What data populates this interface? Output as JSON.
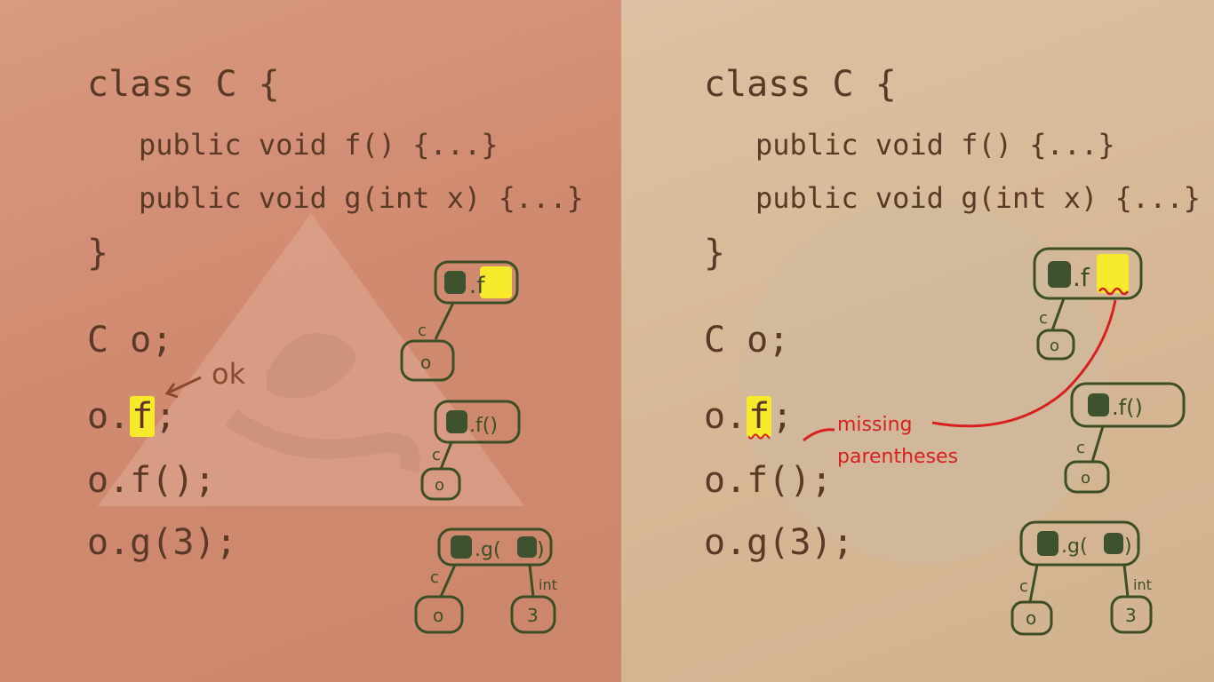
{
  "colors": {
    "left_bg": "#d08a70",
    "right_bg": "#d8bc9a",
    "ink": "#5a3a26",
    "tree_green": "#3c4e26",
    "node_fill": "#3f5230",
    "highlight": "#f6ea2a",
    "error_red": "#d82020"
  },
  "code": {
    "class_open": "class C {",
    "method_f": "public void f() {...}",
    "method_g": "public void g(int x) {...}",
    "class_close": "}",
    "decl": "C o;",
    "stmt_of_prefix": "o.",
    "stmt_of_member": "f",
    "stmt_of_suffix": ";",
    "stmt_ofcall": "o.f();",
    "stmt_og": "o.g(3);"
  },
  "left": {
    "annotation": "ok",
    "trees": [
      {
        "expr": ".f",
        "edge_label": "c",
        "child": "o",
        "highlighted": true
      },
      {
        "expr": ".f()",
        "edge_label": "c",
        "child": "o",
        "highlighted": false
      },
      {
        "expr": ".g(",
        "expr_close": ")",
        "left_edge_label": "c",
        "right_edge_label": "int",
        "children": [
          "o",
          "3"
        ]
      }
    ]
  },
  "right": {
    "annotation_line1": "missing",
    "annotation_line2": "parentheses",
    "trees": [
      {
        "expr": ".f",
        "edge_label": "c",
        "child": "o",
        "highlighted": true
      },
      {
        "expr": ".f()",
        "edge_label": "c",
        "child": "o",
        "highlighted": false
      },
      {
        "expr": ".g(",
        "expr_close": ")",
        "left_edge_label": "c",
        "right_edge_label": "int",
        "children": [
          "o",
          "3"
        ]
      }
    ]
  }
}
